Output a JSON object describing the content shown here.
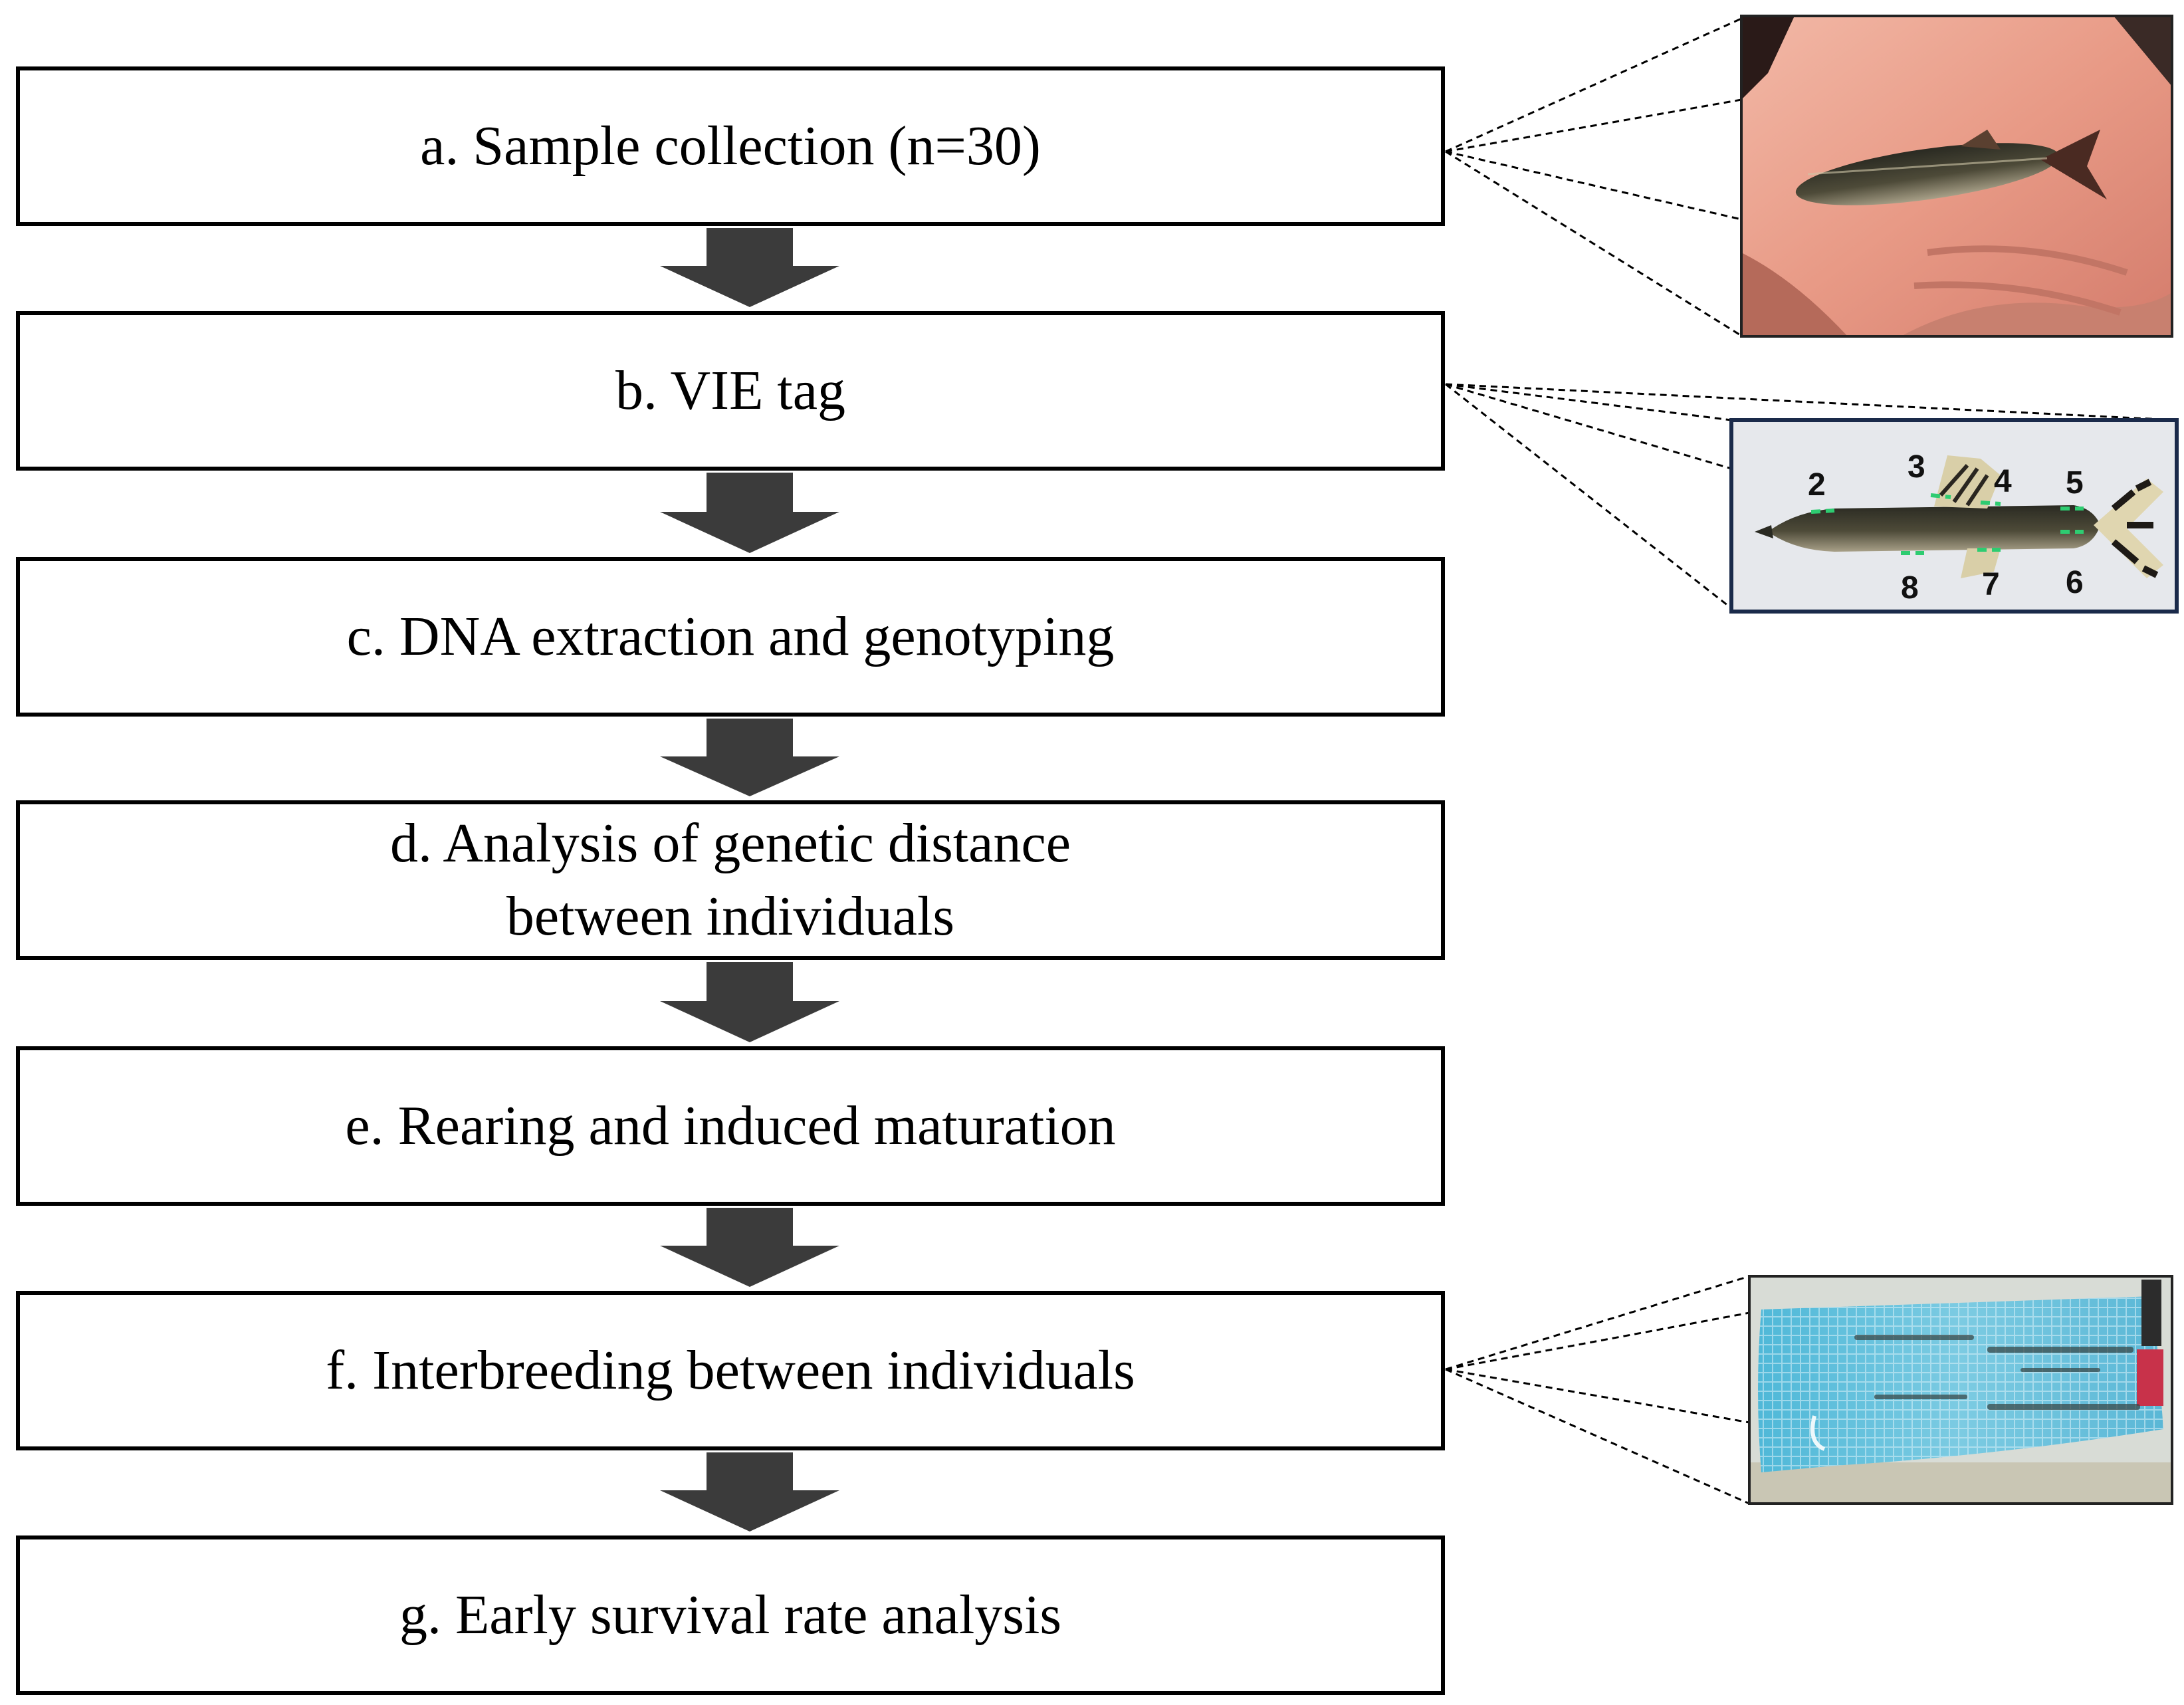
{
  "steps": [
    {
      "label": "a. Sample collection (n=30)"
    },
    {
      "label": "b. VIE tag"
    },
    {
      "label": "c. DNA extraction and genotyping"
    },
    {
      "label": "d. Analysis of genetic distance\nbetween individuals"
    },
    {
      "label": "e. Rearing and induced maturation"
    },
    {
      "label": "f. Interbreeding between individuals"
    },
    {
      "label": "g. Early survival rate analysis"
    }
  ],
  "tag_positions": [
    "2",
    "3",
    "4",
    "5",
    "6",
    "7",
    "8"
  ],
  "colors": {
    "arrow": "#3b3b3b",
    "box_border": "#000000",
    "tag_mark": "#2ecc71",
    "photo_frame": "#1a2a4a"
  }
}
